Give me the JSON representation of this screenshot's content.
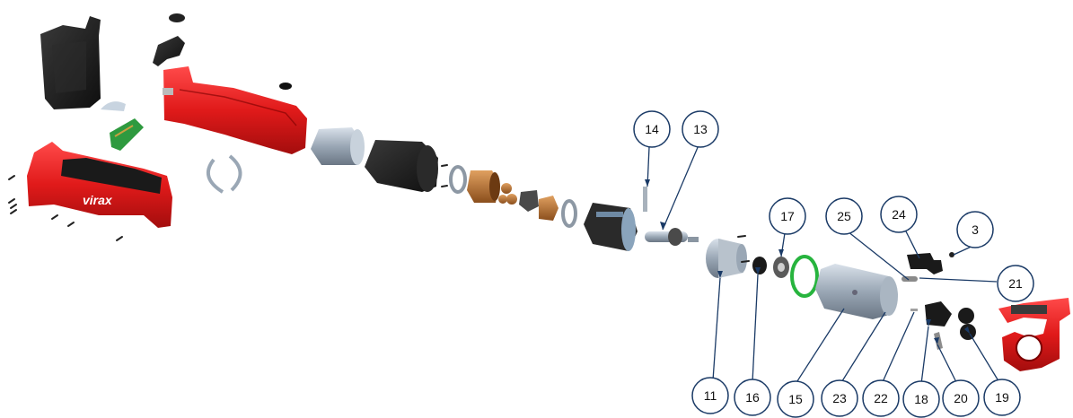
{
  "brand": {
    "logo_text": "virax"
  },
  "callouts": [
    {
      "id": "c14",
      "label": "14"
    },
    {
      "id": "c13",
      "label": "13"
    },
    {
      "id": "c17",
      "label": "17"
    },
    {
      "id": "c25",
      "label": "25"
    },
    {
      "id": "c24",
      "label": "24"
    },
    {
      "id": "c3",
      "label": "3"
    },
    {
      "id": "c21",
      "label": "21"
    },
    {
      "id": "c11",
      "label": "11"
    },
    {
      "id": "c16",
      "label": "16"
    },
    {
      "id": "c15",
      "label": "15"
    },
    {
      "id": "c23",
      "label": "23"
    },
    {
      "id": "c22",
      "label": "22"
    },
    {
      "id": "c18",
      "label": "18"
    },
    {
      "id": "c20",
      "label": "20"
    },
    {
      "id": "c19",
      "label": "19"
    }
  ],
  "colors": {
    "red": "#e01a1a",
    "dark": "#1e1e1e",
    "grey": "#9aa7b5",
    "bronze": "#b26d2e",
    "green_oring": "#27b43e",
    "callout_stroke": "#1a3a66"
  }
}
